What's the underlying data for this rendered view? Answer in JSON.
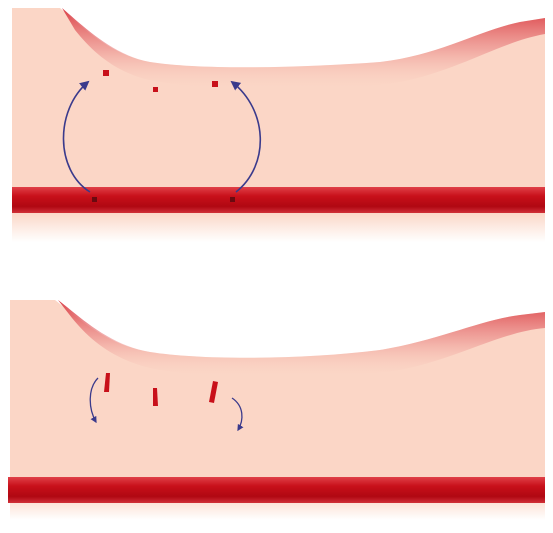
{
  "colors": {
    "tissue": "#fbd6c6",
    "surface_red": "#c9242c",
    "vessel_red": "#c8101a",
    "cell_red": "#c8101a",
    "arrow_blue": "#3a3a8c",
    "background": "#ffffff"
  },
  "panels": [
    {
      "id": "top",
      "cell_shape": "dots",
      "arrow_style": "long-arc"
    },
    {
      "id": "bottom",
      "cell_shape": "elongated",
      "arrow_style": "short-curl"
    }
  ]
}
